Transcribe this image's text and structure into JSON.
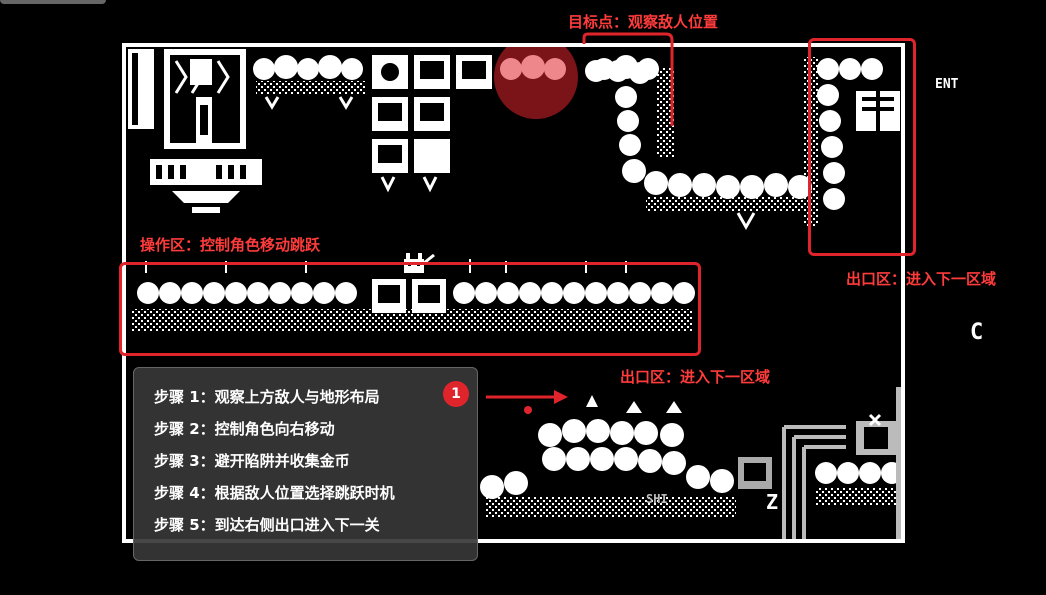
{
  "annotations": {
    "target": "目标点：观察敌人位置",
    "operation": "操作区：控制角色移动跳跃",
    "exit_right": "出口区：进入下一区域",
    "exit_lower": "出口区：进入下一区域"
  },
  "side_keys": {
    "ent": "ENT",
    "c": "C"
  },
  "game_glyphs": {
    "shift": "SHI",
    "z": "Z"
  },
  "steps_panel": {
    "badge": "1",
    "steps": [
      "步骤 1：观察上方敌人与地形布局",
      "步骤 2：控制角色向右移动",
      "步骤 3：避开陷阱并收集金币",
      "步骤 4：根据敌人位置选择跳跃时机",
      "步骤 5：到达右侧出口进入下一关"
    ]
  },
  "colors": {
    "annotation_red": "#e0242b",
    "panel_bg": "#373737",
    "game_fg": "#ffffff",
    "game_bg": "#000000"
  }
}
